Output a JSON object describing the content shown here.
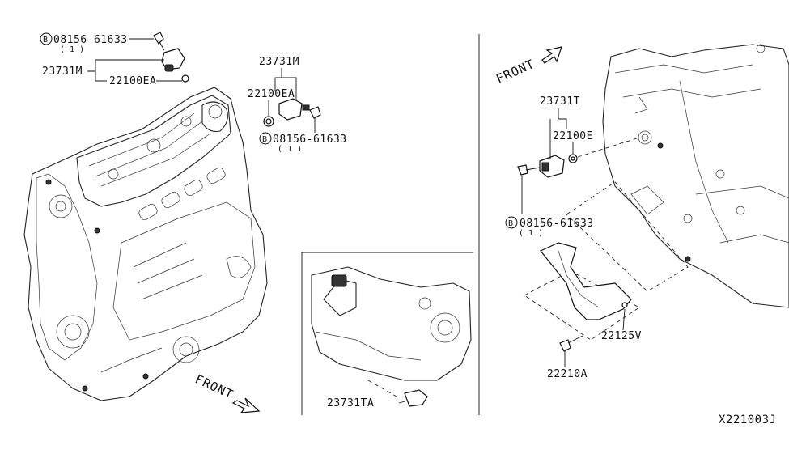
{
  "diagram_id": "X221003J",
  "labels": {
    "bolt_top_left": {
      "circle": "B",
      "number": "08156-61633",
      "qty": "( 1 )"
    },
    "sensor_top_left": "23731M",
    "seal_top_left": "22100EA",
    "sensor_top_mid": "23731M",
    "seal_top_mid": "22100EA",
    "bolt_top_mid": {
      "circle": "B",
      "number": "08156-61633",
      "qty": "( 1 )"
    },
    "inset_sensor": "23731TA",
    "sensor_right": "23731T",
    "seal_right": "22100E",
    "bolt_right": {
      "circle": "B",
      "number": "08156-61633",
      "qty": "( 1 )"
    },
    "cover_right": "22125V",
    "screw_right": "22210A"
  },
  "front_labels": {
    "left": "FRONT",
    "right": "FRONT"
  }
}
